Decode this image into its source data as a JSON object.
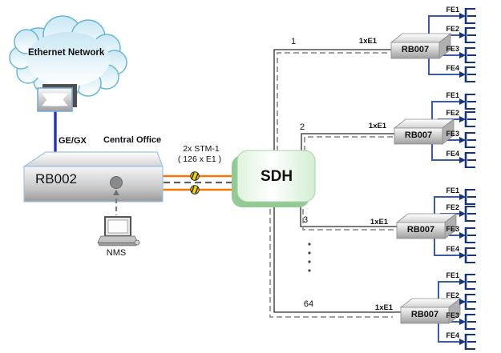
{
  "diagram": {
    "cloud": {
      "label": "Ethernet Network"
    },
    "uplink": {
      "ge_gx_label": "GE/GX",
      "central_office_label": "Central Office"
    },
    "rb002": {
      "label": "RB002"
    },
    "nms": {
      "label": "NMS"
    },
    "stm_link": {
      "line1": "2x STM-1",
      "line2": "( 126 x E1 )"
    },
    "sdh": {
      "label": "SDH"
    },
    "branches": [
      {
        "index": "1",
        "e1_label": "1xE1",
        "device": "RB007",
        "ports": [
          "FE1",
          "FE2",
          "FE3",
          "FE4"
        ]
      },
      {
        "index": "2",
        "e1_label": "1xE1",
        "device": "RB007",
        "ports": [
          "FE1",
          "FE2",
          "FE3",
          "FE4"
        ]
      },
      {
        "index": "3",
        "e1_label": "1xE1",
        "device": "RB007",
        "ports": [
          "FE1",
          "FE2",
          "FE3",
          "FE4"
        ]
      },
      {
        "index": "64",
        "e1_label": "1xE1",
        "device": "RB007",
        "ports": [
          "FE1",
          "FE2",
          "FE3",
          "FE4"
        ]
      }
    ],
    "colors": {
      "fiber_orange": "#F57900",
      "ethernet_blue": "#2230CC",
      "fe_line_blue": "#3A5BA8",
      "terminal_navy": "#16357F",
      "sdh_green_face": "#D8F0D8",
      "sdh_green_shadow": "#93C993",
      "dashed_gray": "#9A9A9A"
    }
  }
}
